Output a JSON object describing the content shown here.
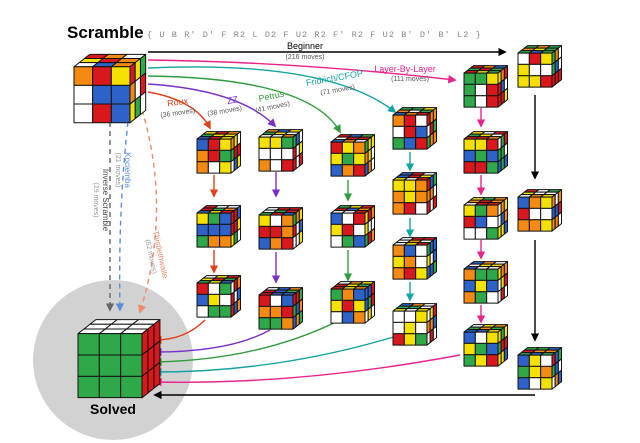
{
  "title": "Scramble",
  "scramble_sequence": "{ U B R' D' F R2 L D2 F U2 R2 F' R2 F U2 B' D' B' L2 }",
  "solved_label": "Solved",
  "methods": [
    {
      "name": "Beginner",
      "moves": "(216 moves)",
      "color": "#000000"
    },
    {
      "name": "Layer-By-Layer",
      "moves": "(111 moves)",
      "color": "#e8238c"
    },
    {
      "name": "Fridrich/CFOP",
      "moves": "(71 moves)",
      "color": "#12a3a3"
    },
    {
      "name": "Petrus",
      "moves": "(41 moves)",
      "color": "#2e9c3c"
    },
    {
      "name": "ZZ",
      "moves": "(38 moves)",
      "color": "#7b2fc9"
    },
    {
      "name": "Roux",
      "moves": "(36 moves)",
      "color": "#e0401c"
    },
    {
      "name": "Thistlethwaite",
      "moves": "(52 moves)",
      "color": "#f08a6a"
    },
    {
      "name": "Kociemba",
      "moves": "(21 moves)",
      "color": "#5b8fd8"
    },
    {
      "name": "Inverse Scramble",
      "moves": "(19 moves)",
      "color": "#666666"
    }
  ],
  "cube_colors": {
    "W": "#ffffff",
    "Y": "#f4e100",
    "R": "#d8181c",
    "O": "#f58a13",
    "G": "#2fa84a",
    "B": "#2d63c8"
  }
}
